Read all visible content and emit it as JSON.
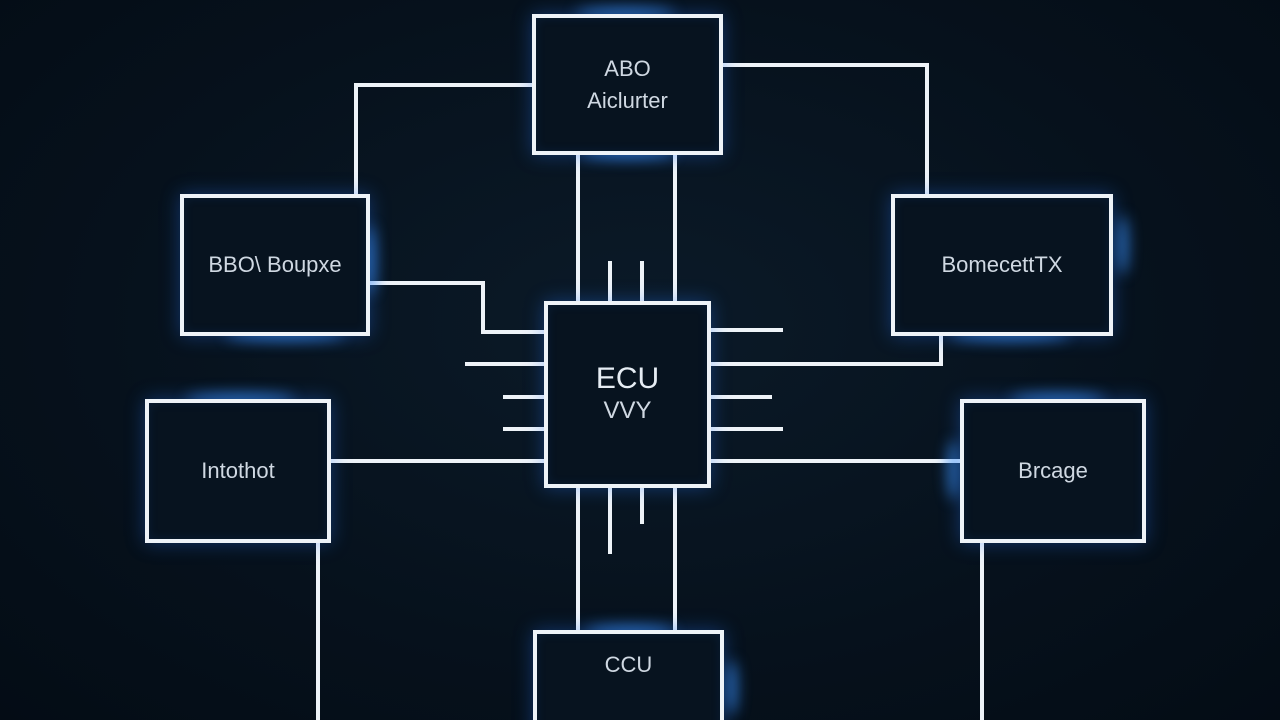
{
  "diagram": {
    "nodes": {
      "top": {
        "lines": [
          "ABO",
          "Aiclurter"
        ]
      },
      "left_upper": {
        "lines": [
          "BBO\\ Boupxe"
        ]
      },
      "right_upper": {
        "lines": [
          "BomecettTX"
        ]
      },
      "left_lower": {
        "lines": [
          "Intothot"
        ]
      },
      "right_lower": {
        "lines": [
          "Brcage"
        ]
      },
      "center": {
        "lines": [
          "ECU",
          "VVY"
        ]
      },
      "bottom": {
        "lines": [
          "CCU"
        ]
      }
    },
    "edges": [
      {
        "from": "top",
        "to": "center"
      },
      {
        "from": "top",
        "to": "left_upper"
      },
      {
        "from": "top",
        "to": "right_upper"
      },
      {
        "from": "left_upper",
        "to": "center"
      },
      {
        "from": "right_upper",
        "to": "center"
      },
      {
        "from": "left_lower",
        "to": "center"
      },
      {
        "from": "right_lower",
        "to": "center"
      },
      {
        "from": "center",
        "to": "bottom"
      }
    ],
    "colors": {
      "background": "#06111c",
      "line": "#eef3f8",
      "glow": "#3c96ff",
      "text": "#cfd8e2"
    }
  }
}
